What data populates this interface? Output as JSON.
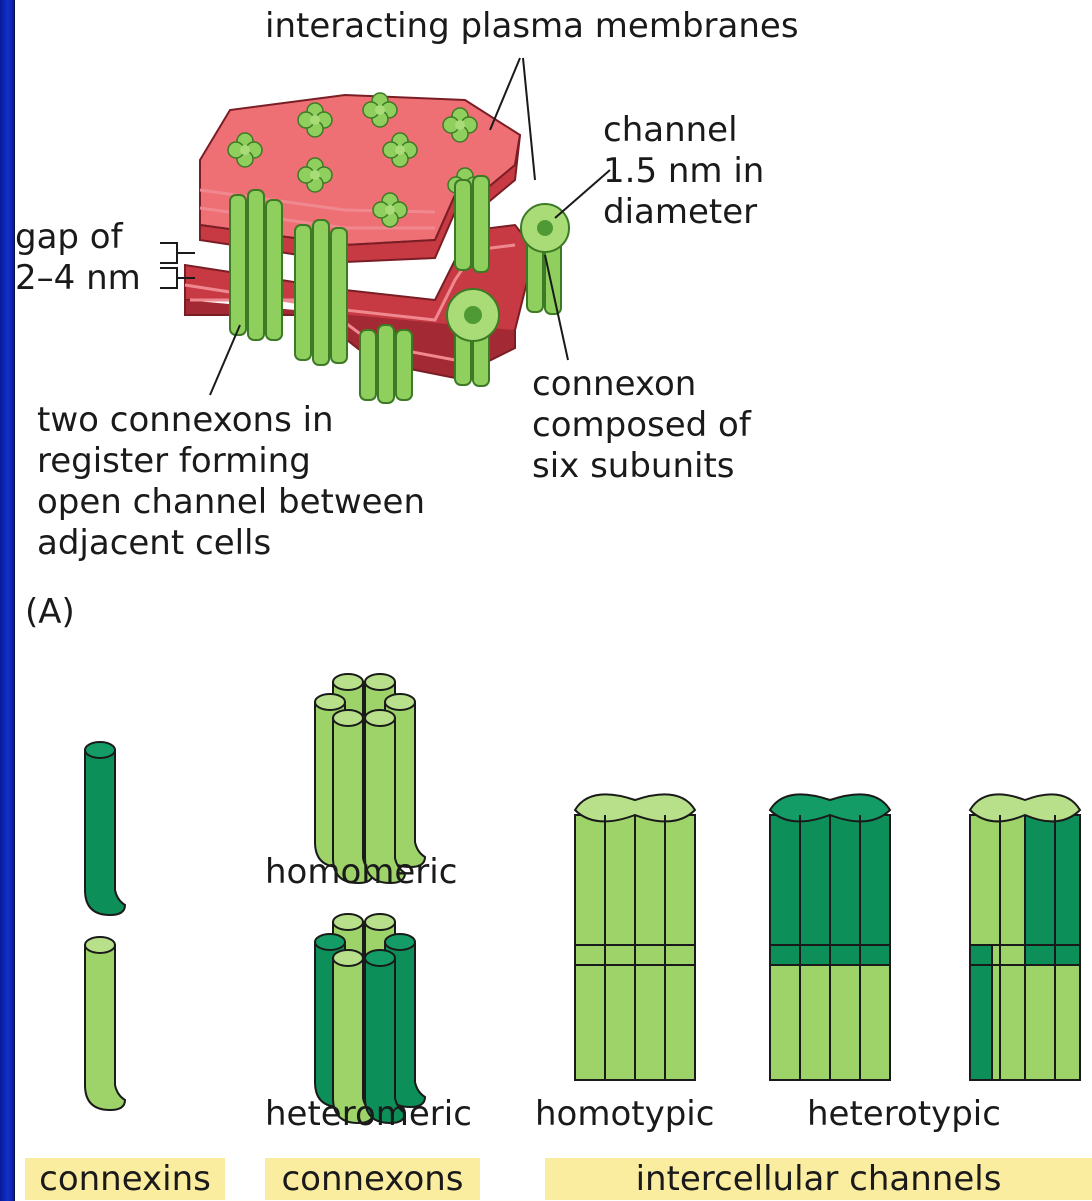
{
  "labels": {
    "membranes": "interacting plasma membranes",
    "channel": "channel\n1.5 nm in\ndiameter",
    "gap": "gap of\n2–4 nm",
    "connexon": "connexon\ncomposed of\nsix subunits",
    "two_connexons": "two connexons in\nregister forming\nopen channel between\nadjacent cells",
    "panel": "(A)",
    "homomeric": "homomeric",
    "heteromeric": "heteromeric",
    "homotypic": "homotypic",
    "heterotypic": "heterotypic"
  },
  "categories": {
    "connexins": "connexins",
    "connexons": "connexons",
    "channels": "intercellular channels"
  },
  "colors": {
    "light_green": "#9ed36a",
    "dark_green": "#0d8f5a",
    "membrane_red": "#d9474f",
    "membrane_top": "#ee6f74",
    "category_bar": "#fbeda0",
    "frame_blue": "#0a1a9a"
  }
}
